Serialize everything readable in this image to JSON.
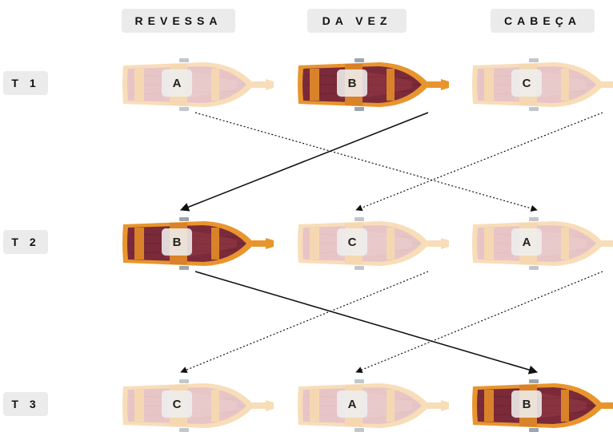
{
  "columns": [
    "REVESSA",
    "DA VEZ",
    "CABEÇA"
  ],
  "rows": [
    {
      "label": "T 1",
      "boats": [
        {
          "letter": "A",
          "active": false
        },
        {
          "letter": "B",
          "active": true
        },
        {
          "letter": "C",
          "active": false
        }
      ]
    },
    {
      "label": "T 2",
      "boats": [
        {
          "letter": "B",
          "active": true
        },
        {
          "letter": "C",
          "active": false
        },
        {
          "letter": "A",
          "active": false
        }
      ]
    },
    {
      "label": "T 3",
      "boats": [
        {
          "letter": "C",
          "active": false
        },
        {
          "letter": "A",
          "active": false
        },
        {
          "letter": "B",
          "active": true
        }
      ]
    }
  ],
  "transitions": [
    {
      "boat": "A",
      "from": [
        0,
        0
      ],
      "to": [
        1,
        2
      ],
      "style": "dotted"
    },
    {
      "boat": "B",
      "from": [
        0,
        1
      ],
      "to": [
        1,
        0
      ],
      "style": "solid"
    },
    {
      "boat": "C",
      "from": [
        0,
        2
      ],
      "to": [
        1,
        1
      ],
      "style": "dotted"
    },
    {
      "boat": "B",
      "from": [
        1,
        0
      ],
      "to": [
        2,
        2
      ],
      "style": "solid"
    },
    {
      "boat": "C",
      "from": [
        1,
        1
      ],
      "to": [
        2,
        0
      ],
      "style": "dotted"
    },
    {
      "boat": "A",
      "from": [
        1,
        2
      ],
      "to": [
        2,
        1
      ],
      "style": "dotted"
    }
  ],
  "colors": {
    "active_hull": "#7b2a3a",
    "active_rim": "#e8952e",
    "inactive_hull": "#d9a3a6",
    "inactive_rim": "#f4c98f",
    "arrow": "#111111",
    "label_bg": "#ebebeb"
  }
}
